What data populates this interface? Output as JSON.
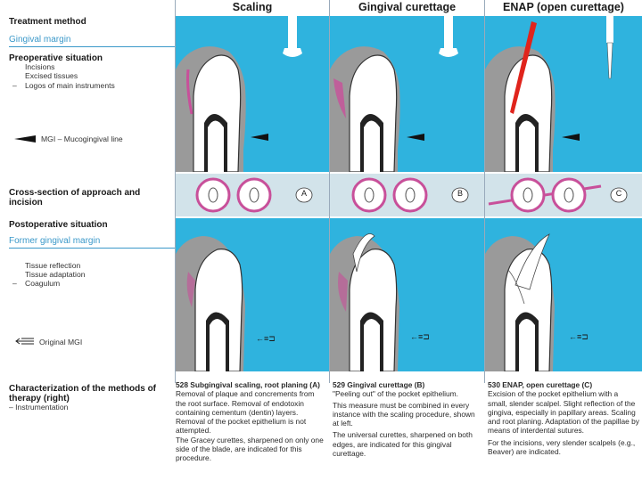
{
  "sidebar": {
    "treatment_method": "Treatment method",
    "gingival_margin": "Gingival margin",
    "preoperative": "Preoperative situation",
    "pre_items": [
      "Incisions",
      "Excised tissues",
      "Logos of main instruments"
    ],
    "pre_dashes": [
      "",
      "",
      "–"
    ],
    "mgi_legend": "MGI – Mucogingival line",
    "cross_section": "Cross-section of approach and incision",
    "postoperative": "Postoperative situation",
    "former_margin": "Former gingival margin",
    "post_items": [
      "Tissue reflection",
      "Tissue adaptation",
      "Coagulum"
    ],
    "post_dashes": [
      "",
      "",
      "–"
    ],
    "original_mgi": "Original MGI",
    "characterization": "Characterization of the methods of therapy (right)",
    "instrumentation": "– Instrumentation"
  },
  "columns": [
    {
      "title": "Scaling",
      "marker": "A",
      "mgl_label": "←≡⊐"
    },
    {
      "title": "Gingival curettage",
      "marker": "B",
      "mgl_label": "←≡⊐"
    },
    {
      "title": "ENAP (open curettage)",
      "marker": "C",
      "mgl_label": "←≡⊐"
    }
  ],
  "captions": {
    "c528": {
      "heading": "528 Subgingival scaling, root planing (A)",
      "p1": "Removal of plaque and concrements from the root surface. Removal of endotoxin containing cementum (dentin) layers. Removal of the pocket epithelium is not attempted.",
      "p2": "The Gracey curettes, sharpened on only one side of the blade, are indicated for this procedure."
    },
    "c529": {
      "heading": "529 Gingival curettage (B)",
      "p1": "\"Peeling out\" of the pocket epithelium.",
      "p2": "This measure must be combined in every instance with the scaling procedure, shown at left.",
      "p3": "The universal curettes, sharpened on both edges, are indicated for this gingival curettage."
    },
    "c530": {
      "heading": "530 ENAP, open curettage (C)",
      "p1": "Excision of the pocket epithelium with a small, slender scalpel. Slight reflection of the gingiva, especially in papillary areas. Scaling and root planing. Adaptation of the papillae by means of interdental sutures.",
      "p2": "For the incisions, very slender scalpels (e.g., Beaver) are indicated."
    }
  },
  "colors": {
    "panel": "#2fb3de",
    "strip": "#d2e3ea",
    "incision_red": "#e0241c",
    "pink": "#c8509a",
    "gingiva_gray": "#9a9a9a",
    "tooth": "#ffffff"
  }
}
